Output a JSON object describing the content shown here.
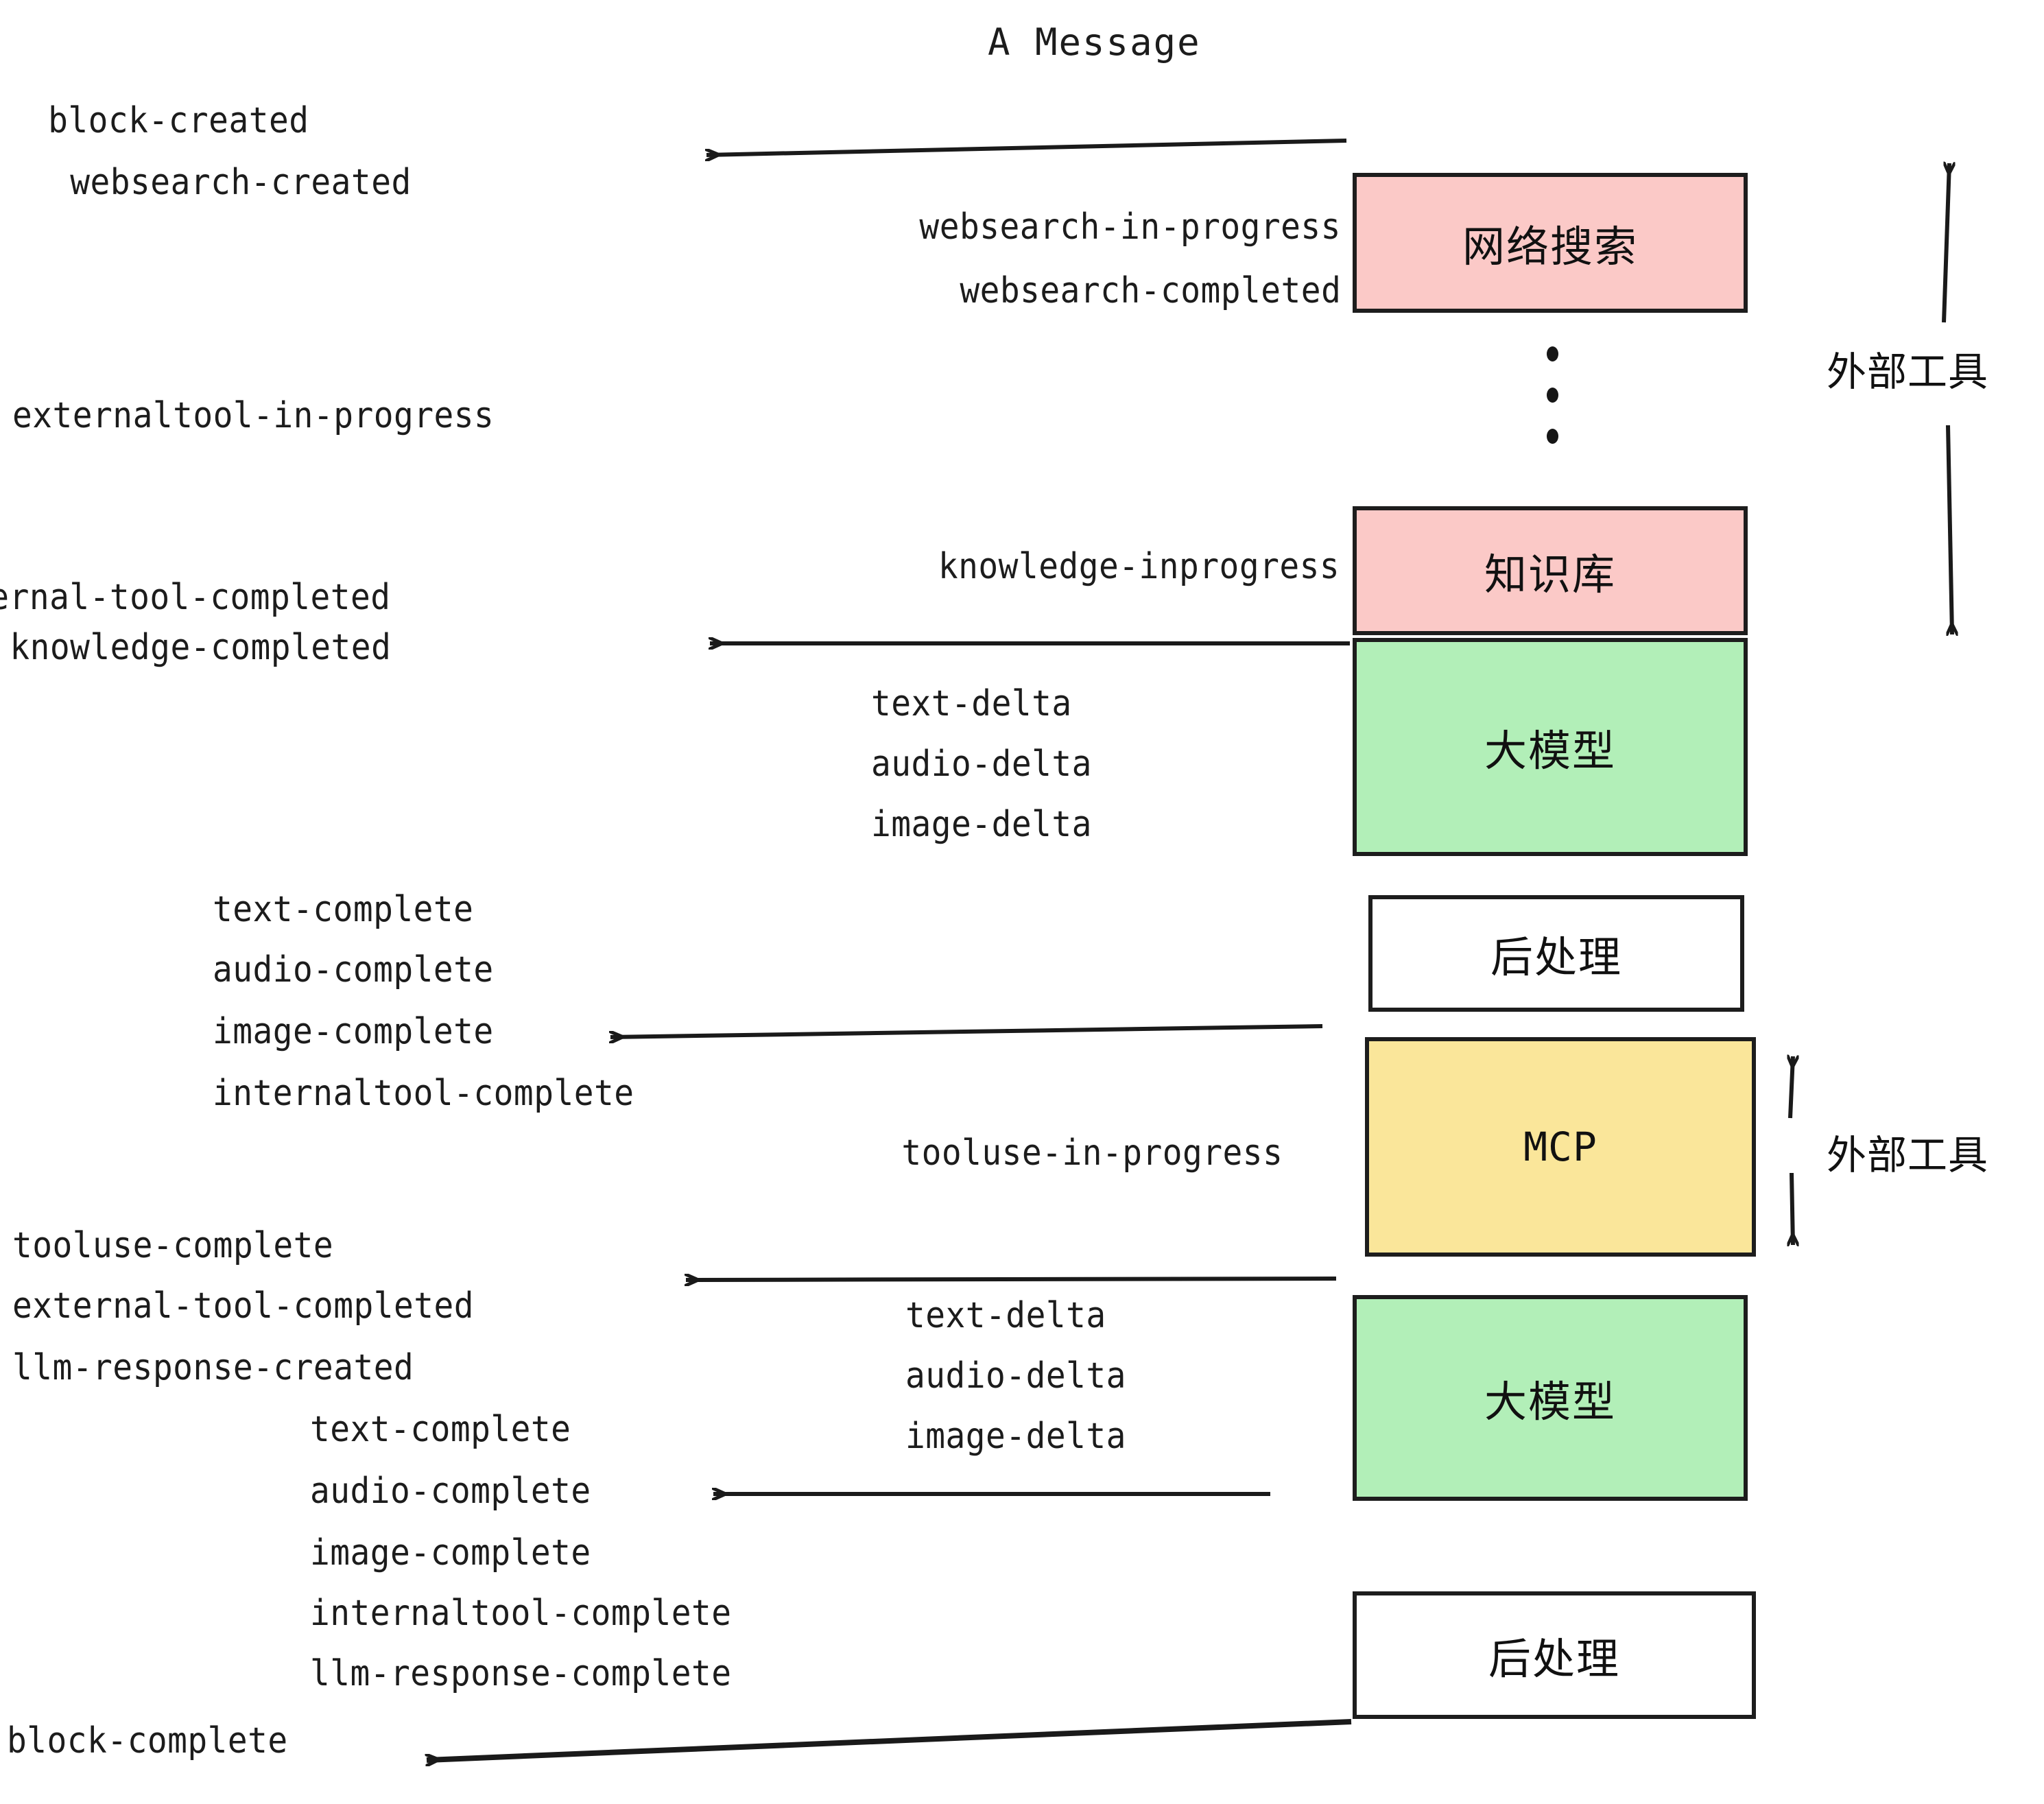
{
  "title": "A Message",
  "colors": {
    "pink": "#fbc9c7",
    "green": "#b2efb8",
    "yellow": "#fae69a",
    "white": "#ffffff",
    "stroke": "#1d1d1d",
    "text": "#1c1c1c"
  },
  "nodes": [
    {
      "id": "websearch",
      "label": "网络搜索",
      "fill": "pink",
      "mono": false
    },
    {
      "id": "knowledge",
      "label": "知识库",
      "fill": "pink",
      "mono": false
    },
    {
      "id": "llm-1",
      "label": "大模型",
      "fill": "green",
      "mono": false
    },
    {
      "id": "postprocess-1",
      "label": "后处理",
      "fill": "white",
      "mono": false
    },
    {
      "id": "mcp",
      "label": "MCP",
      "fill": "yellow",
      "mono": true
    },
    {
      "id": "llm-2",
      "label": "大模型",
      "fill": "green",
      "mono": false
    },
    {
      "id": "postprocess-2",
      "label": "后处理",
      "fill": "white",
      "mono": false
    }
  ],
  "side_labels": [
    {
      "id": "external-tools-top",
      "text": "外部工具"
    },
    {
      "id": "external-tools-bottom",
      "text": "外部工具"
    }
  ],
  "events": {
    "block_created": "block-created",
    "websearch_created": "websearch-created",
    "websearch_in_progress": "websearch-in-progress",
    "websearch_completed": "websearch-completed",
    "externaltool_in_progress": "externaltool-in-progress",
    "knowledge_inprogress": "knowledge-inprogress",
    "external_tool_completed_1": "external-tool-completed",
    "knowledge_completed": "knowledge-completed",
    "text_delta_1": "text-delta",
    "audio_delta_1": "audio-delta",
    "image_delta_1": "image-delta",
    "text_complete_1": "text-complete",
    "audio_complete_1": "audio-complete",
    "image_complete_1": "image-complete",
    "internaltool_complete_1": "internaltool-complete",
    "tooluse_in_progress": "tooluse-in-progress",
    "tooluse_complete": "tooluse-complete",
    "external_tool_completed_2": "external-tool-completed",
    "llm_response_created": "llm-response-created",
    "text_delta_2": "text-delta",
    "audio_delta_2": "audio-delta",
    "image_delta_2": "image-delta",
    "text_complete_2": "text-complete",
    "audio_complete_2": "audio-complete",
    "image_complete_2": "image-complete",
    "internaltool_complete_2": "internaltool-complete",
    "llm_response_complete": "llm-response-complete",
    "block_complete": "block-complete"
  },
  "ellipsis": "⋮"
}
